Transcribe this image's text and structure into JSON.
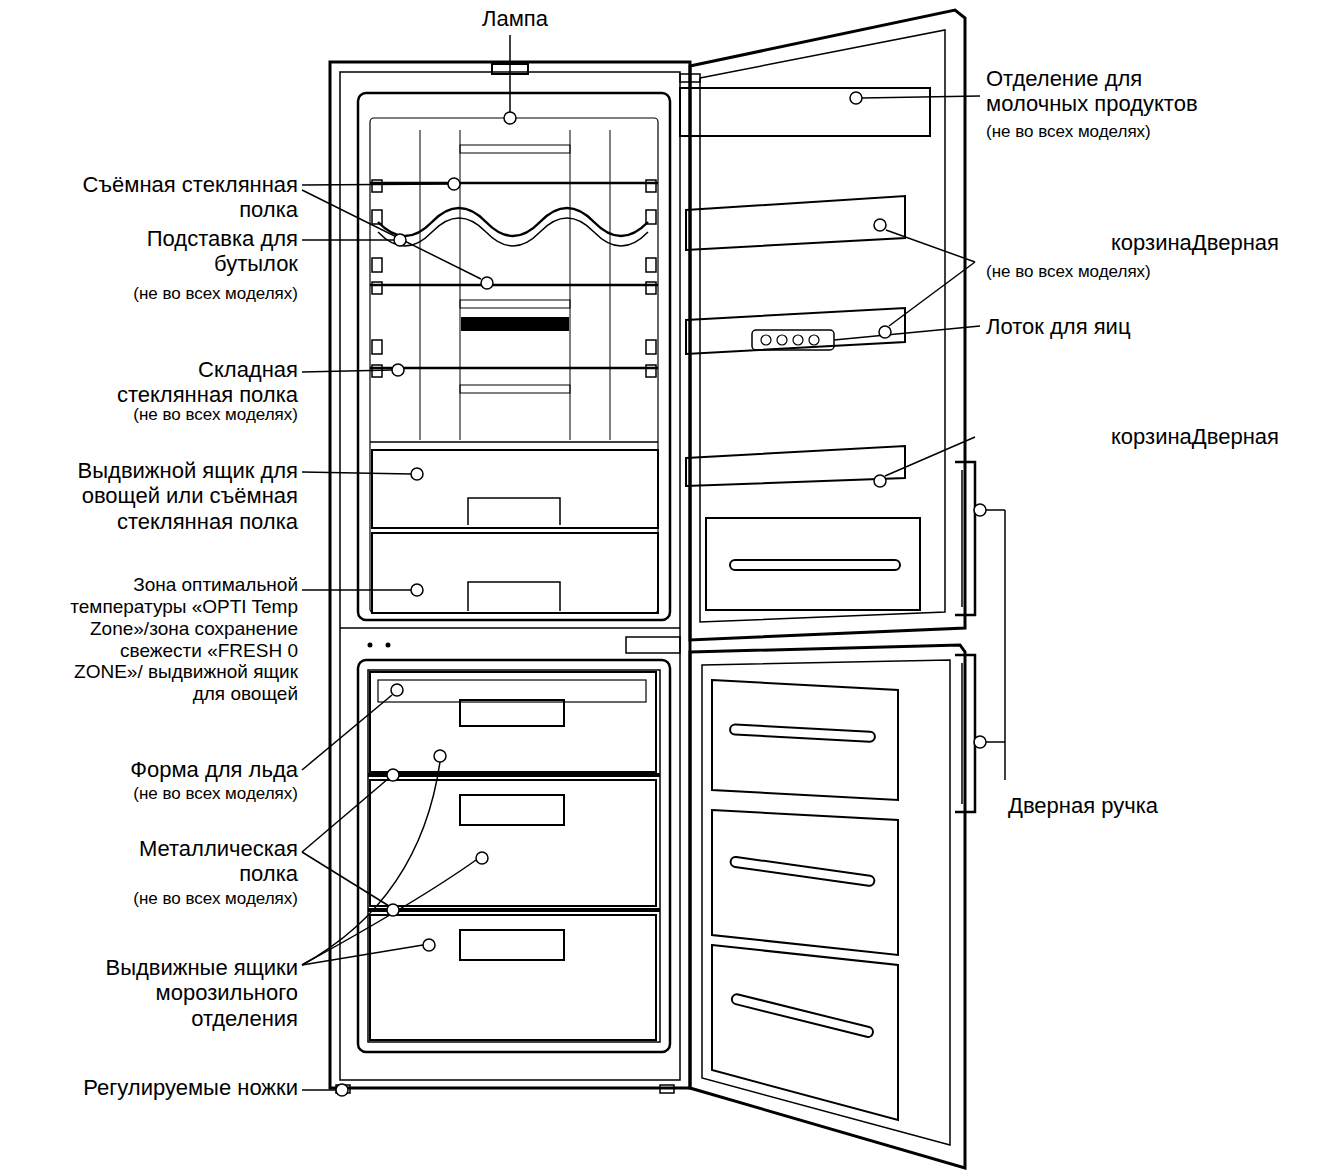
{
  "diagram": {
    "labels": [
      "Лампа",
      "Отделение для молочных продуктов",
      "(не во всех моделях)",
      "Съёмная стеклянная полка",
      "Подставка для бутылок",
      "(не во всех моделях)",
      "корзинаДверная",
      "(не во всех моделях)",
      "Лоток для яиц",
      "Складная стеклянная полка",
      "(не во всех моделях)",
      "корзинаДверная",
      "Выдвижной ящик для овощей или съёмная стеклянная полка",
      "Зона оптимальной температуры «OPTI Temp Zone»/зона сохранение свежести «FRESH 0 ZONE»/ выдвижной ящик для овощей",
      "Дверная ручка",
      "Форма для льда",
      "(не во всех моделях)",
      "Металлическая полка",
      "(не во всех моделях)",
      "Выдвижные ящики морозильного отделения",
      "Регулируемые ножки"
    ]
  }
}
